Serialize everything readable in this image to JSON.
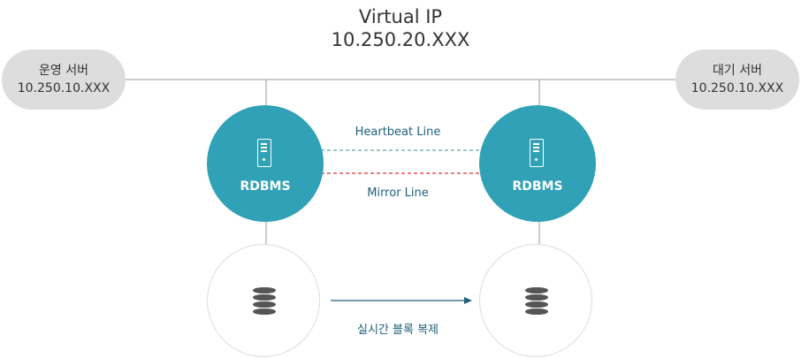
{
  "virtual_ip": {
    "title": "Virtual IP",
    "address": "10.250.20.XXX"
  },
  "servers": {
    "active": {
      "name": "운영 서버",
      "ip": "10.250.10.XXX"
    },
    "standby": {
      "name": "대기 서버",
      "ip": "10.250.10.XXX"
    }
  },
  "nodes": {
    "left_label": "RDBMS",
    "right_label": "RDBMS"
  },
  "links": {
    "heartbeat": "Heartbeat Line",
    "mirror": "Mirror Line",
    "replication": "실시간 블록 복제"
  },
  "icons": {
    "server": "server-icon",
    "database": "database-icon"
  },
  "colors": {
    "node_fill": "#30a1b6",
    "heartbeat_line": "#5fa8a8",
    "mirror_line": "#d9303c",
    "replication_arrow": "#1d5f7a",
    "label_text": "#1d5f7a",
    "server_pill": "#dddddd"
  }
}
